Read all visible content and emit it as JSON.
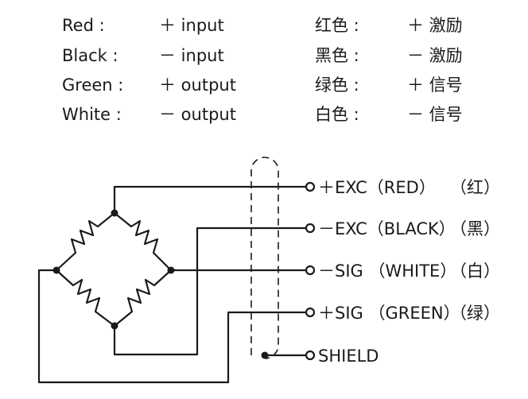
{
  "legend": {
    "en": [
      {
        "color": "Red :",
        "meaning": "＋ input"
      },
      {
        "color": "Black :",
        "meaning": "－ input"
      },
      {
        "color": "Green :",
        "meaning": "＋ output"
      },
      {
        "color": "White :",
        "meaning": "－ output"
      }
    ],
    "zh": [
      {
        "color": "红色 :",
        "meaning": "＋ 激励"
      },
      {
        "color": "黑色 :",
        "meaning": "－ 激励"
      },
      {
        "color": "绿色 :",
        "meaning": "＋ 信号"
      },
      {
        "color": "白色 :",
        "meaning": "－ 信号"
      }
    ]
  },
  "terminals": [
    {
      "label": "＋EXC（RED）",
      "zh": "（红）"
    },
    {
      "label": "－EXC（BLACK）",
      "zh": "（黑）"
    },
    {
      "label": "－SIG （WHITE）",
      "zh": "（白）"
    },
    {
      "label": "＋SIG （GREEN）",
      "zh": "（绿）"
    },
    {
      "label": "SHIELD",
      "zh": ""
    }
  ]
}
